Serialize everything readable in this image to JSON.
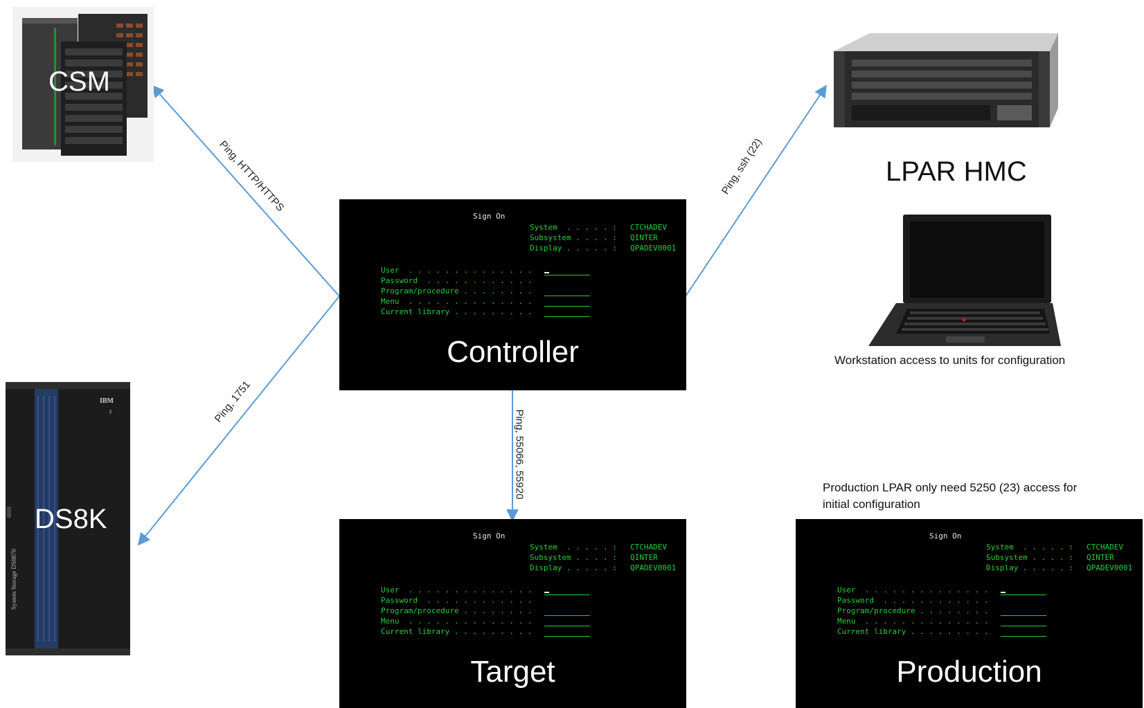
{
  "nodes": {
    "csm": {
      "label": "CSM"
    },
    "ds8k": {
      "label": "DS8K",
      "brand": "IBM",
      "side_text": "System Storage DS8870"
    },
    "lpar_hmc": {
      "label": "LPAR HMC"
    },
    "workstation": {
      "caption": "Workstation access to units for configuration"
    },
    "production_note": {
      "line1": "Production LPAR only need 5250 (23)  access for",
      "line2": "initial configuration"
    }
  },
  "links": {
    "controller_csm": "Ping, HTTP/HTTPS",
    "controller_ds8k": "Ping, 1751",
    "controller_hmc": "Ping, ssh (22)",
    "controller_target": "Ping, 55066, 55920"
  },
  "terminals": {
    "controller": {
      "title": "Sign On",
      "system_rows": [
        {
          "label": "System  . . . . . :",
          "value": "CTCHADEV"
        },
        {
          "label": "Subsystem . . . . :",
          "value": "QINTER"
        },
        {
          "label": "Display . . . . . :",
          "value": "QPADEV0001"
        }
      ],
      "fields": [
        "User  . . . . . . . . . . . . . .",
        "Password  . . . . . . . . . . . .",
        "Program/procedure . . . . . . . .",
        "Menu  . . . . . . . . . . . . . .",
        "Current library . . . . . . . . ."
      ],
      "label": "Controller"
    },
    "target": {
      "title": "Sign On",
      "system_rows": [
        {
          "label": "System  . . . . . :",
          "value": "CTCHADEV"
        },
        {
          "label": "Subsystem . . . . :",
          "value": "QINTER"
        },
        {
          "label": "Display . . . . . :",
          "value": "QPADEV0001"
        }
      ],
      "fields": [
        "User  . . . . . . . . . . . . . .",
        "Password  . . . . . . . . . . . .",
        "Program/procedure . . . . . . . .",
        "Menu  . . . . . . . . . . . . . .",
        "Current library . . . . . . . . ."
      ],
      "label": "Target"
    },
    "production": {
      "title": "Sign On",
      "system_rows": [
        {
          "label": "System  . . . . . :",
          "value": "CTCHADEV"
        },
        {
          "label": "Subsystem . . . . :",
          "value": "QINTER"
        },
        {
          "label": "Display . . . . . :",
          "value": "QPADEV0001"
        }
      ],
      "fields": [
        "User  . . . . . . . . . . . . . .",
        "Password  . . . . . . . . . . . .",
        "Program/procedure . . . . . . . .",
        "Menu  . . . . . . . . . . . . . .",
        "Current library . . . . . . . . ."
      ],
      "label": "Production"
    }
  },
  "colors": {
    "connector": "#5b9bd5",
    "terminal_bg": "#000000",
    "terminal_text": "#21d13c",
    "ds8k_stripe": "#243b63"
  }
}
